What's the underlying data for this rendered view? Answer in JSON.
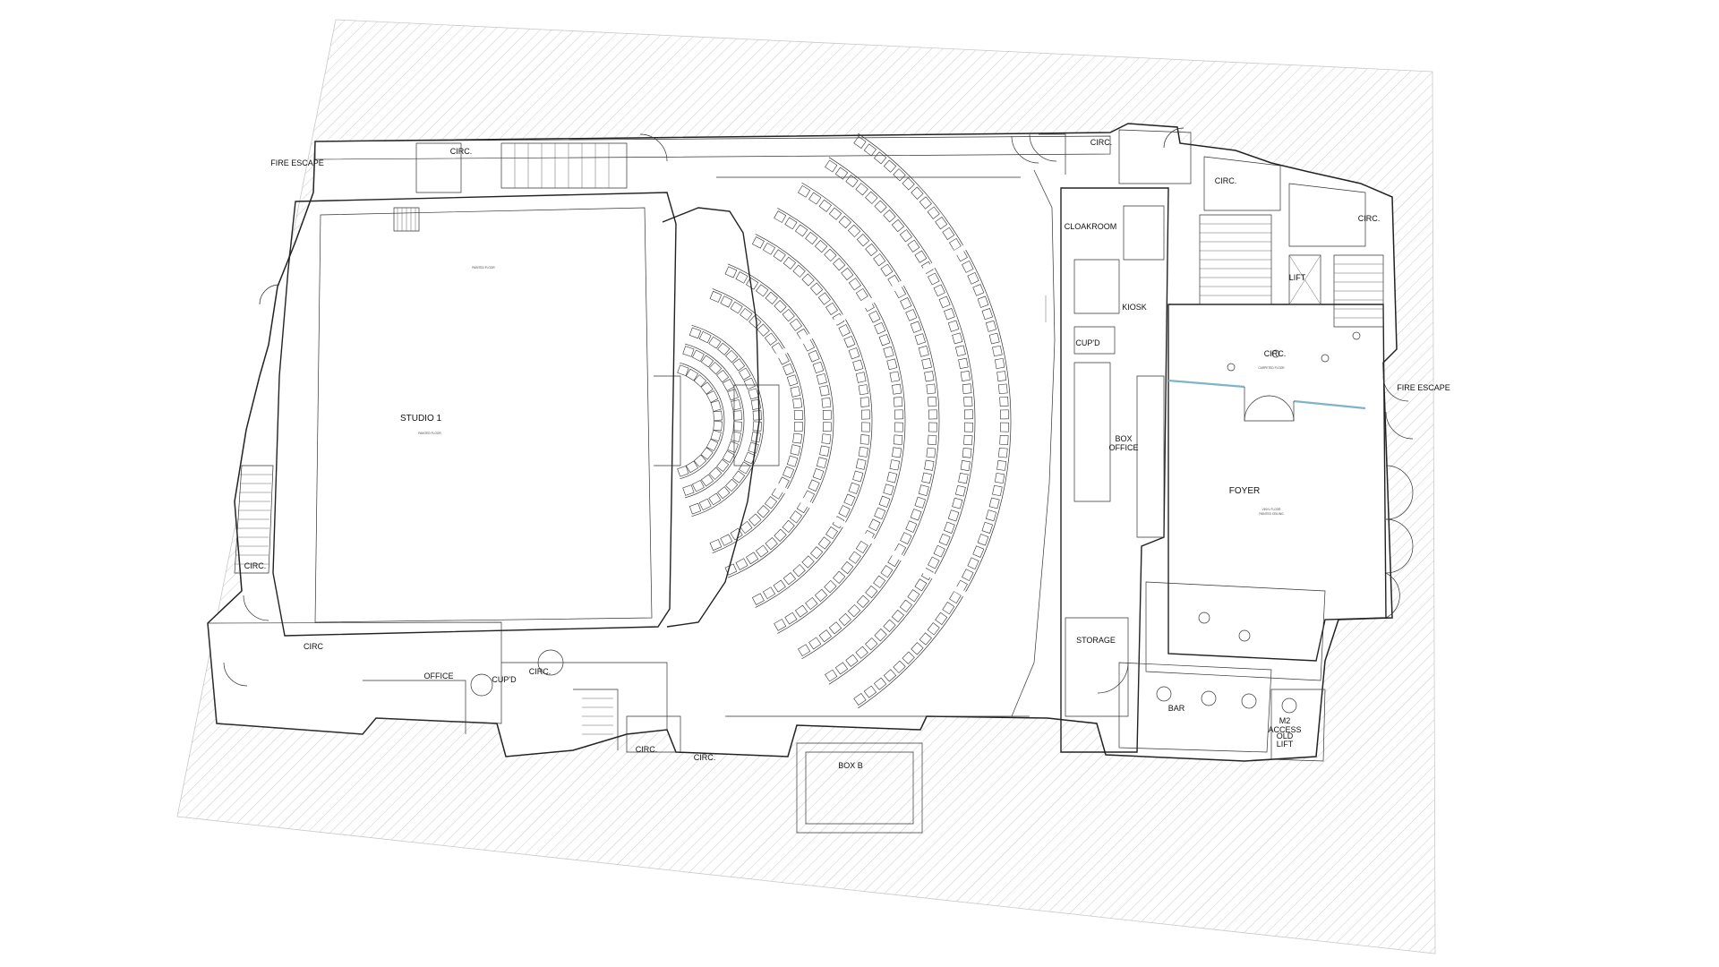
{
  "plan": {
    "rooms": [
      {
        "id": "studio1",
        "label": "STUDIO 1"
      },
      {
        "id": "circ_nw",
        "label": "CIRC."
      },
      {
        "id": "circ_w",
        "label": "CIRC."
      },
      {
        "id": "circ_sw",
        "label": "CIRC"
      },
      {
        "id": "circ_s1",
        "label": "CIRC."
      },
      {
        "id": "circ_s2",
        "label": "CIRC."
      },
      {
        "id": "circ_s3",
        "label": "CIRC."
      },
      {
        "id": "office",
        "label": "OFFICE"
      },
      {
        "id": "cupd_s",
        "label": "CUP'D"
      },
      {
        "id": "box_b",
        "label": "BOX B"
      },
      {
        "id": "cloakroom",
        "label": "CLOAKROOM"
      },
      {
        "id": "kiosk",
        "label": "KIOSK"
      },
      {
        "id": "cupd_e",
        "label": "CUP'D"
      },
      {
        "id": "box_office",
        "label": "BOX\nOFFICE"
      },
      {
        "id": "storage",
        "label": "STORAGE"
      },
      {
        "id": "bar",
        "label": "BAR"
      },
      {
        "id": "foyer",
        "label": "FOYER"
      },
      {
        "id": "circ_ne1",
        "label": "CIRC."
      },
      {
        "id": "circ_ne2",
        "label": "CIRC."
      },
      {
        "id": "circ_ne3",
        "label": "CIRC."
      },
      {
        "id": "circ_e",
        "label": "CIRC."
      },
      {
        "id": "lift",
        "label": "LIFT"
      },
      {
        "id": "m2_access",
        "label": "M2\nACCESS"
      },
      {
        "id": "old_lift",
        "label": "OLD\nLIFT"
      }
    ],
    "annotations": [
      {
        "id": "fire_escape_w",
        "label": "FIRE ESCAPE"
      },
      {
        "id": "fire_escape_e",
        "label": "FIRE ESCAPE"
      }
    ],
    "colors": {
      "line": "#222222",
      "hatch": "#bdbdbd",
      "glass": "#7fb3c8",
      "background": "#ffffff"
    }
  }
}
